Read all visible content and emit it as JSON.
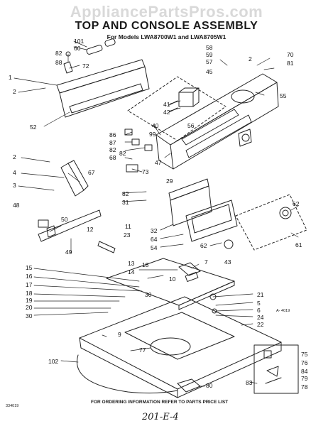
{
  "watermark": "AppliancePartsPros.com",
  "title": "TOP AND CONSOLE ASSEMBLY",
  "subtitle": "For Models LWA8700W1 and LWA8705W1",
  "footer_note": "FOR ORDERING INFORMATION REFER TO PARTS PRICE LIST",
  "document_ref": "334019",
  "diagram_code": "A- 4019",
  "handwritten_note": "201-E-4",
  "part_numbers": [
    "101",
    "60",
    "82",
    "88",
    "72",
    "1",
    "2",
    "58",
    "59",
    "57",
    "45",
    "2",
    "70",
    "81",
    "52",
    "40",
    "41",
    "42",
    "56",
    "55",
    "86",
    "87",
    "99",
    "82",
    "68",
    "82",
    "73",
    "47",
    "2",
    "67",
    "4",
    "3",
    "48",
    "50",
    "49",
    "29",
    "82",
    "31",
    "12",
    "11",
    "23",
    "32",
    "64",
    "54",
    "62",
    "62",
    "61",
    "43",
    "13",
    "14",
    "18",
    "15",
    "16",
    "17",
    "18",
    "19",
    "20",
    "30",
    "10",
    "30",
    "7",
    "21",
    "5",
    "6",
    "24",
    "22",
    "9",
    "77",
    "102",
    "75",
    "76",
    "84",
    "79",
    "78",
    "83",
    "80"
  ]
}
